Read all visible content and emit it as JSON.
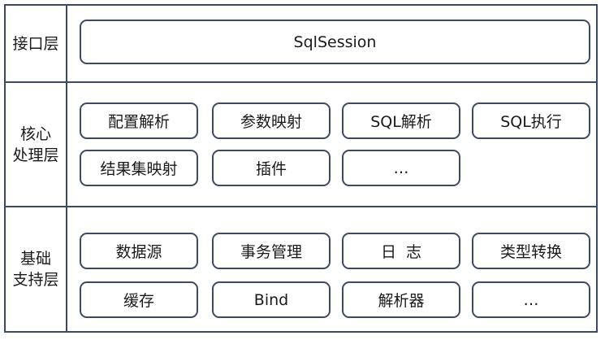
{
  "layers": [
    {
      "label": "接口层",
      "modules": [
        "SqlSession"
      ]
    },
    {
      "label": "核心\n处理层",
      "modules": [
        "配置解析",
        "参数映射",
        "SQL解析",
        "SQL执行",
        "结果集映射",
        "插件",
        "…"
      ]
    },
    {
      "label": "基础\n支持层",
      "modules": [
        "数据源",
        "事务管理",
        "日  志",
        "类型转换",
        "缓存",
        "Bind",
        "解析器",
        "…"
      ]
    }
  ],
  "colors": {
    "border": "#3d4a60",
    "background": "#ffffff",
    "text": "#1a1a1a"
  }
}
